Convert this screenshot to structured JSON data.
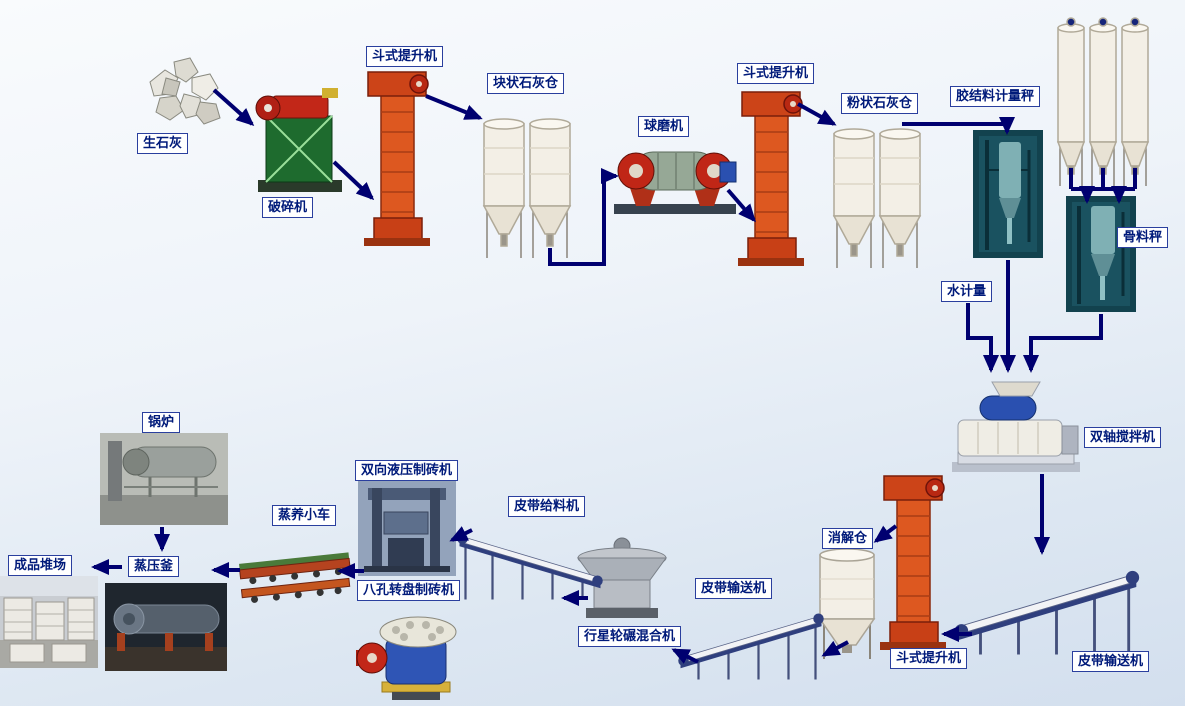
{
  "diagram": {
    "type": "process-flow",
    "arrow_color": "#000070",
    "label_text_color": "#001a7a",
    "label_border_color": "#2a3f9e",
    "background_top": "#f9fbfd",
    "background_bottom": "#d3dfee",
    "nodes": [
      {
        "id": "quicklime",
        "label": "生石灰"
      },
      {
        "id": "crusher",
        "label": "破碎机"
      },
      {
        "id": "bucket-elevator-1",
        "label": "斗式提升机"
      },
      {
        "id": "lump-lime-silo",
        "label": "块状石灰仓"
      },
      {
        "id": "ball-mill",
        "label": "球磨机"
      },
      {
        "id": "bucket-elevator-2",
        "label": "斗式提升机"
      },
      {
        "id": "powder-lime-silo",
        "label": "粉状石灰仓"
      },
      {
        "id": "binder-scale",
        "label": "胶结料计量秤"
      },
      {
        "id": "aggregate-scale",
        "label": "骨料秤"
      },
      {
        "id": "water-meter",
        "label": "水计量"
      },
      {
        "id": "twin-shaft-mixer",
        "label": "双轴搅拌机"
      },
      {
        "id": "belt-conveyor-1",
        "label": "皮带输送机"
      },
      {
        "id": "bucket-elevator-3",
        "label": "斗式提升机"
      },
      {
        "id": "digestion-silo",
        "label": "消解仓"
      },
      {
        "id": "belt-conveyor-2",
        "label": "皮带输送机"
      },
      {
        "id": "planetary-mixer",
        "label": "行星轮碾混合机"
      },
      {
        "id": "belt-feeder",
        "label": "皮带给料机"
      },
      {
        "id": "hydraulic-brick-press",
        "label": "双向液压制砖机"
      },
      {
        "id": "rotary-brick-press",
        "label": "八孔转盘制砖机"
      },
      {
        "id": "steam-curing-cart",
        "label": "蒸养小车"
      },
      {
        "id": "autoclave",
        "label": "蒸压釜"
      },
      {
        "id": "boiler",
        "label": "锅炉"
      },
      {
        "id": "product-yard",
        "label": "成品堆场"
      }
    ],
    "edges": [
      {
        "from": "quicklime",
        "to": "crusher"
      },
      {
        "from": "crusher",
        "to": "bucket-elevator-1"
      },
      {
        "from": "bucket-elevator-1",
        "to": "lump-lime-silo"
      },
      {
        "from": "lump-lime-silo",
        "to": "ball-mill"
      },
      {
        "from": "ball-mill",
        "to": "bucket-elevator-2"
      },
      {
        "from": "bucket-elevator-2",
        "to": "powder-lime-silo"
      },
      {
        "from": "powder-lime-silo",
        "to": "binder-scale"
      },
      {
        "from": "aggregate-silos",
        "to": "aggregate-scale"
      },
      {
        "from": "binder-scale",
        "to": "twin-shaft-mixer"
      },
      {
        "from": "water-meter",
        "to": "twin-shaft-mixer"
      },
      {
        "from": "aggregate-scale",
        "to": "twin-shaft-mixer"
      },
      {
        "from": "twin-shaft-mixer",
        "to": "belt-conveyor-1"
      },
      {
        "from": "belt-conveyor-1",
        "to": "bucket-elevator-3"
      },
      {
        "from": "bucket-elevator-3",
        "to": "digestion-silo"
      },
      {
        "from": "digestion-silo",
        "to": "belt-conveyor-2"
      },
      {
        "from": "belt-conveyor-2",
        "to": "planetary-mixer"
      },
      {
        "from": "planetary-mixer",
        "to": "belt-feeder"
      },
      {
        "from": "belt-feeder",
        "to": "hydraulic-brick-press"
      },
      {
        "from": "hydraulic-brick-press",
        "to": "steam-curing-cart"
      },
      {
        "from": "steam-curing-cart",
        "to": "autoclave"
      },
      {
        "from": "autoclave",
        "to": "product-yard"
      },
      {
        "from": "boiler",
        "to": "autoclave"
      }
    ]
  }
}
